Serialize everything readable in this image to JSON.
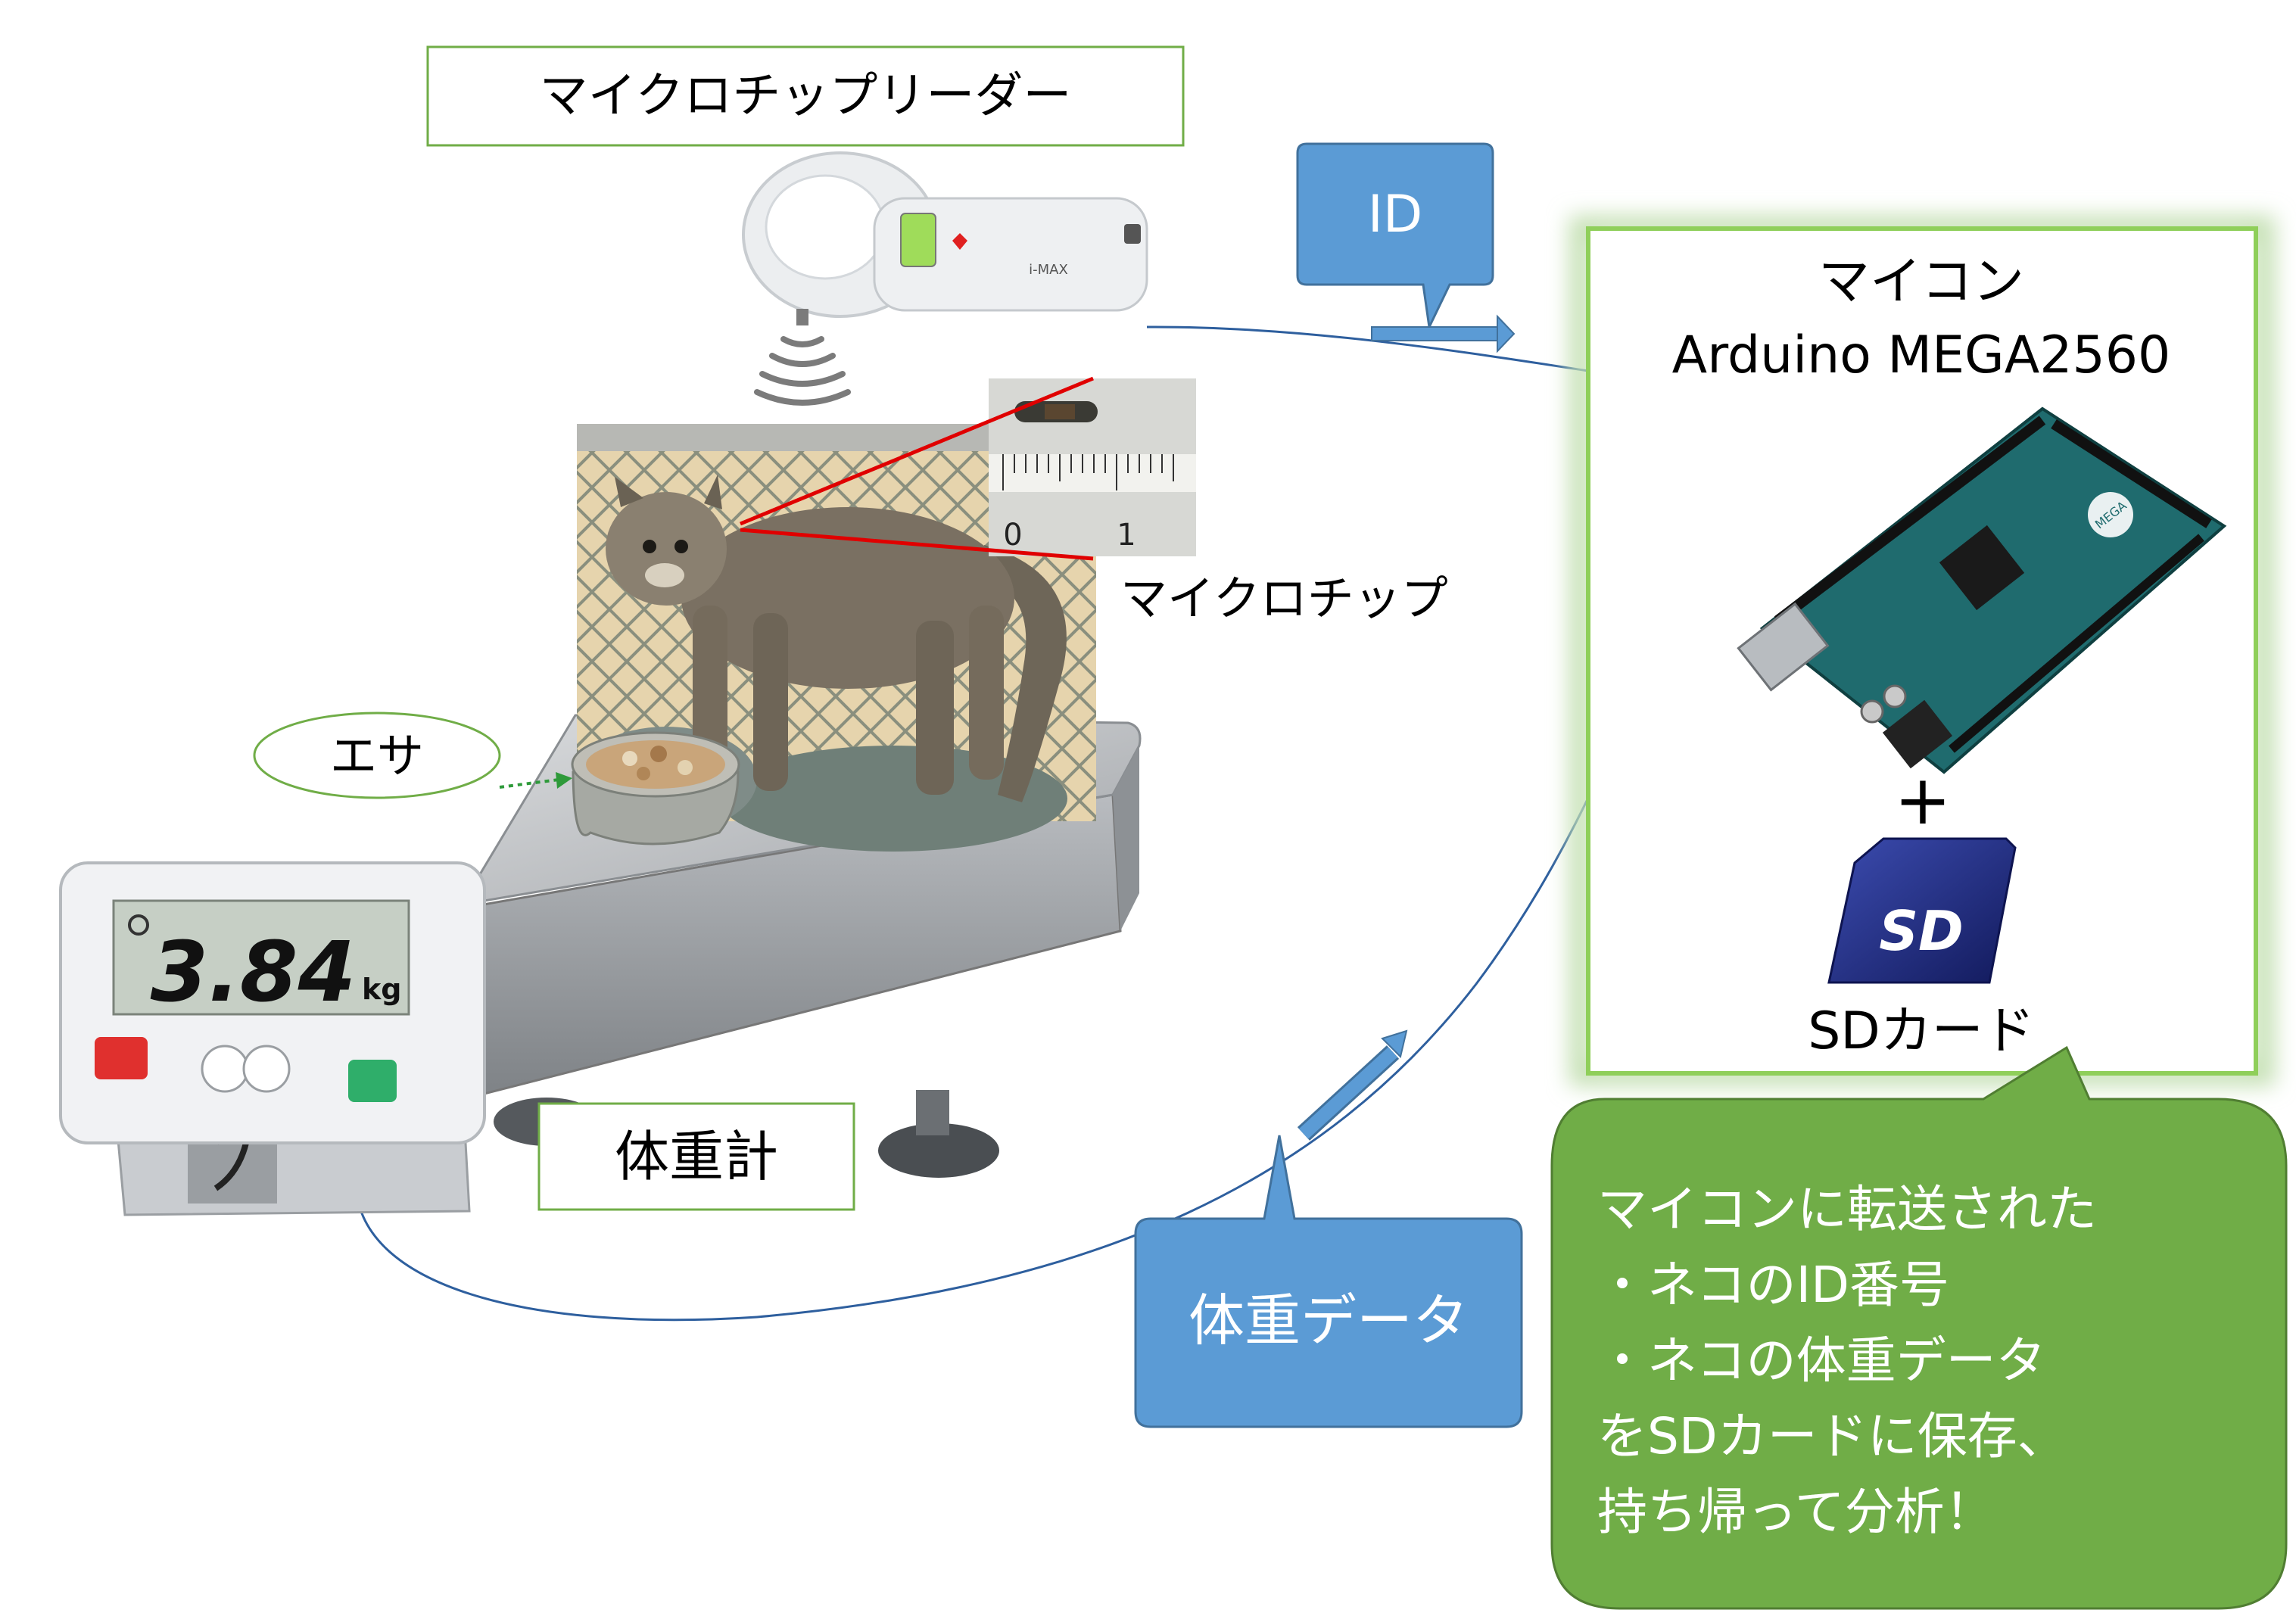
{
  "labels": {
    "reader_title": "マイクロチップリーダー",
    "reader_brand": "i-MAX",
    "id_callout": "ID",
    "mcu_title": "マイコン",
    "mcu_model": "Arduino MEGA2560",
    "board_logo": "MEGA",
    "plus": "+",
    "sd_logo": "SD",
    "sd_label": "SDカード",
    "chip_label": "マイクロチップ",
    "ruler_zero": "0",
    "ruler_one": "1",
    "food_label": "エサ",
    "scale_reading": "3.84",
    "scale_unit": "kg",
    "scale_title": "体重計",
    "weight_callout": "体重データ",
    "summary_lines": [
      "マイコンに転送された",
      "・ネコのID番号",
      "・ネコの体重データ",
      "をSDカードに保存、",
      "持ち帰って分析！"
    ]
  },
  "colors": {
    "callout_blue": "#5b9bd5",
    "callout_blue_border": "#41719c",
    "summary_green": "#70ad47",
    "summary_green_border": "#507e32",
    "label_box_border": "#70ad47",
    "glow_green": "#c5e0b4",
    "wire_blue": "#2e5f9e",
    "zoom_red": "#e00000",
    "arduino_teal": "#1f6b6e",
    "sd_navy": "#1f2a7a"
  },
  "icons": {
    "reader": "handheld-rfid-reader-icon",
    "signal": "wireless-signal-icon",
    "cat": "leopard-cat-photo",
    "chip": "microchip-photo",
    "bowl": "food-bowl-icon",
    "scale": "platform-scale-icon",
    "board": "arduino-board-icon",
    "sd": "sd-card-icon"
  }
}
